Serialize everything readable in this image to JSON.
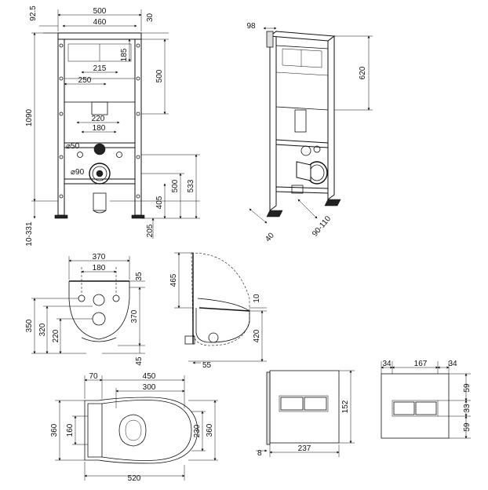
{
  "frame_front": {
    "dim_500": "500",
    "dim_460": "460",
    "dim_92_5": "92.5",
    "dim_30": "30",
    "dim_185": "185",
    "dim_215": "215",
    "dim_250": "250",
    "dim_500v": "500",
    "dim_1090": "1090",
    "dim_220": "220",
    "dim_180": "180",
    "dim_d50": "⌀50",
    "dim_d90": "⌀90",
    "dim_500b": "500",
    "dim_533": "533",
    "dim_405": "405",
    "dim_205": "205",
    "dim_10_331": "10-331"
  },
  "frame_iso": {
    "dim_98": "98",
    "dim_620": "620",
    "dim_40": "40",
    "dim_90_110": "90-110"
  },
  "bowl_back": {
    "dim_370": "370",
    "dim_180": "180",
    "dim_35": "35",
    "dim_350": "350",
    "dim_320": "320",
    "dim_220": "220",
    "dim_370v": "370",
    "dim_45": "45"
  },
  "bowl_side": {
    "dim_465": "465",
    "dim_10": "10",
    "dim_420": "420",
    "dim_55": "55"
  },
  "bowl_top": {
    "dim_70": "70",
    "dim_450": "450",
    "dim_300": "300",
    "dim_360": "360",
    "dim_160": "160",
    "dim_230": "230",
    "dim_360r": "360",
    "dim_520": "520"
  },
  "button_plate": {
    "dim_152": "152",
    "dim_237": "237",
    "dim_8": "8"
  },
  "button_front": {
    "dim_34a": "34",
    "dim_167": "167",
    "dim_34b": "34",
    "dim_59a": "59",
    "dim_33": "33",
    "dim_59b": "59"
  }
}
